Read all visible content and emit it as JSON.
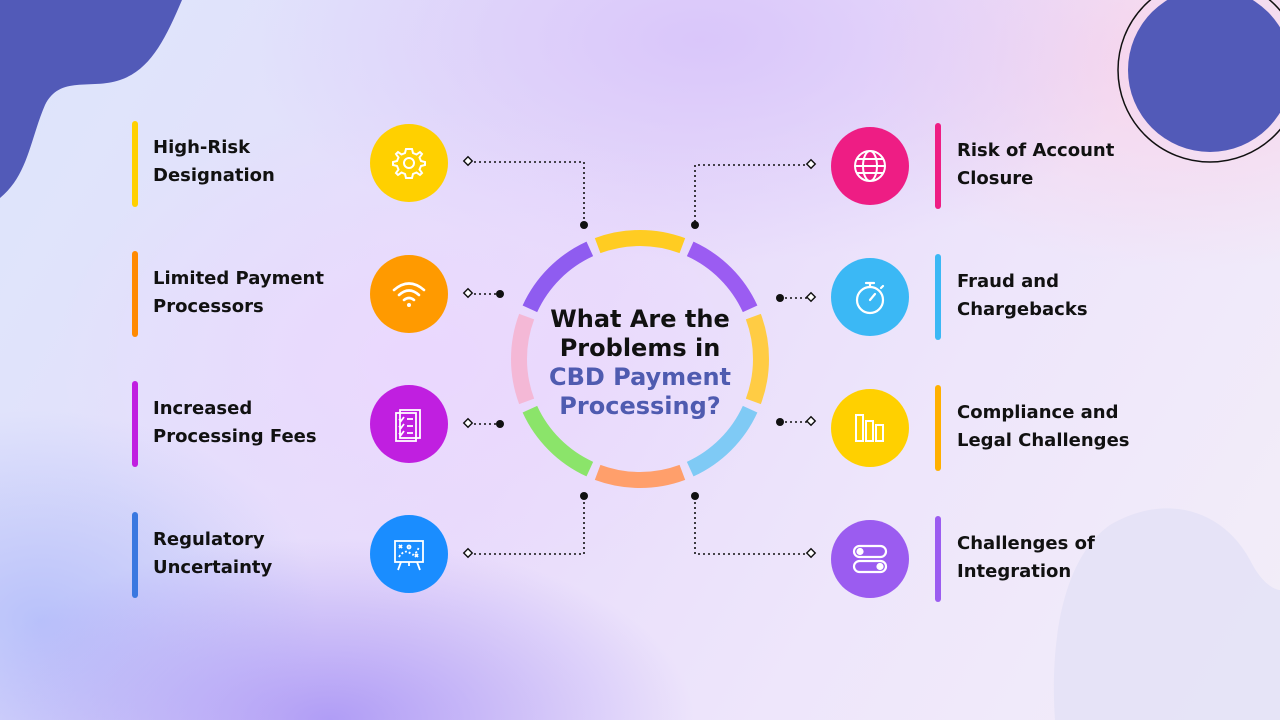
{
  "title": {
    "line1": "What Are the",
    "line2": "Problems in",
    "line3": "CBD Payment",
    "line4": "Processing?"
  },
  "colors": {
    "title_dark": "#111111",
    "title_accent": "#4f5bb0",
    "decoration": "#525ab8",
    "connector": "#111111"
  },
  "ring_segments": [
    "#ffcc22",
    "#9b5cf2",
    "#ffcc44",
    "#7fcaf5",
    "#ff9f6b",
    "#8be46a",
    "#f4b8d6",
    "#8f5cf0"
  ],
  "left_items": [
    {
      "line1": "High-Risk",
      "line2": "Designation",
      "icon": "gear-icon",
      "icon_color": "#ffd000",
      "bar_color": "#ffd000"
    },
    {
      "line1": "Limited Payment",
      "line2": "Processors",
      "icon": "wifi-icon",
      "icon_color": "#ff9a00",
      "bar_color": "#ff8a00"
    },
    {
      "line1": "Increased",
      "line2": "Processing Fees",
      "icon": "checklist-icon",
      "icon_color": "#c01fe0",
      "bar_color": "#c01fe0"
    },
    {
      "line1": "Regulatory",
      "line2": "Uncertainty",
      "icon": "strategy-board-icon",
      "icon_color": "#1a8dff",
      "bar_color": "#3a78e0"
    }
  ],
  "right_items": [
    {
      "line1": "Risk of Account",
      "line2": "Closure",
      "icon": "globe-icon",
      "icon_color": "#ee1d84",
      "bar_color": "#ee1d84"
    },
    {
      "line1": "Fraud and",
      "line2": "Chargebacks",
      "icon": "stopwatch-icon",
      "icon_color": "#3bb8f5",
      "bar_color": "#3bb8f5"
    },
    {
      "line1": "Compliance and",
      "line2": "Legal Challenges",
      "icon": "bar-chart-icon",
      "icon_color": "#ffd000",
      "bar_color": "#ffb000"
    },
    {
      "line1": "Challenges of",
      "line2": "Integration",
      "icon": "toggle-switches-icon",
      "icon_color": "#9b5cf0",
      "bar_color": "#9b5cf0"
    }
  ]
}
